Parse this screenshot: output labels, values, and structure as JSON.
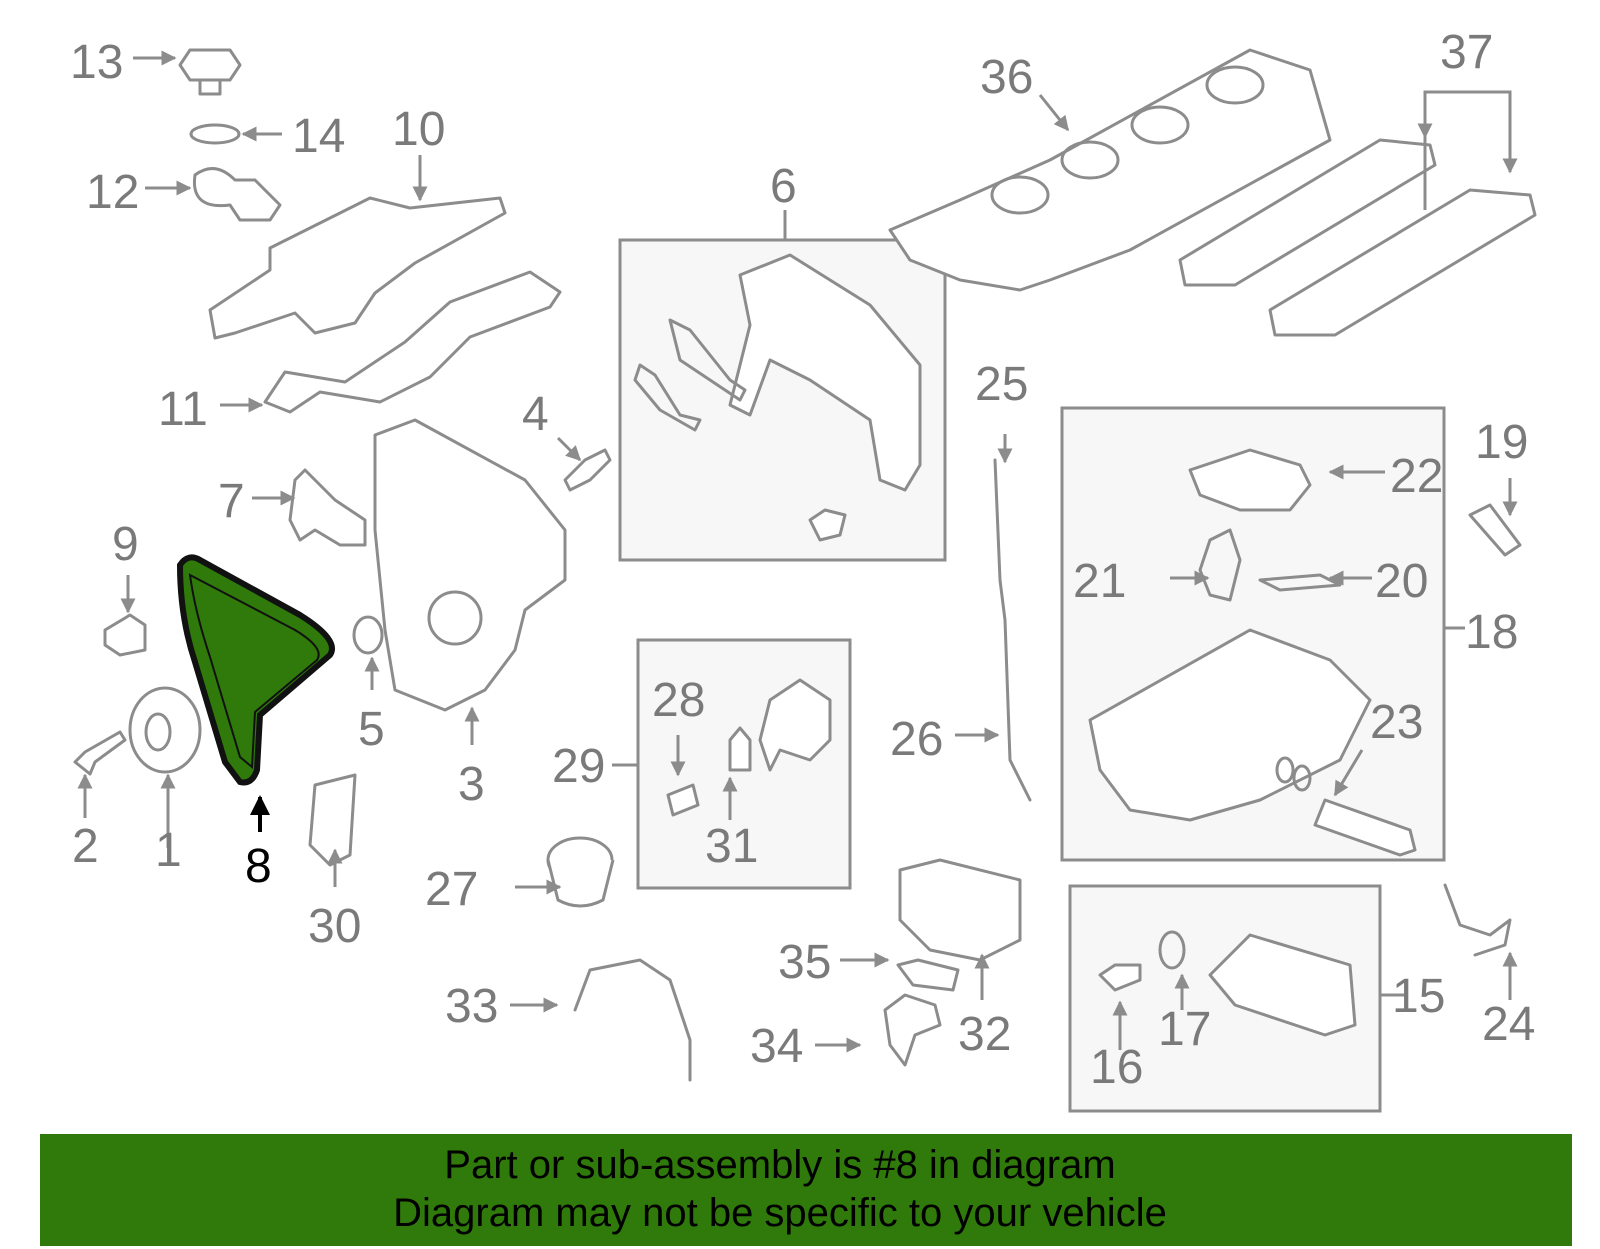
{
  "diagram": {
    "highlight_color": "#2f7a0a",
    "highlighted_part": "8",
    "callouts": [
      "1",
      "2",
      "3",
      "4",
      "5",
      "6",
      "7",
      "8",
      "9",
      "10",
      "11",
      "12",
      "13",
      "14",
      "15",
      "16",
      "17",
      "18",
      "19",
      "20",
      "21",
      "22",
      "23",
      "24",
      "25",
      "26",
      "27",
      "28",
      "29",
      "30",
      "31",
      "32",
      "33",
      "34",
      "35",
      "36",
      "37"
    ]
  },
  "banner": {
    "line1": "Part or sub-assembly is #8 in diagram",
    "line2": "Diagram may not be specific to your vehicle",
    "background": "#2f7a0a"
  }
}
